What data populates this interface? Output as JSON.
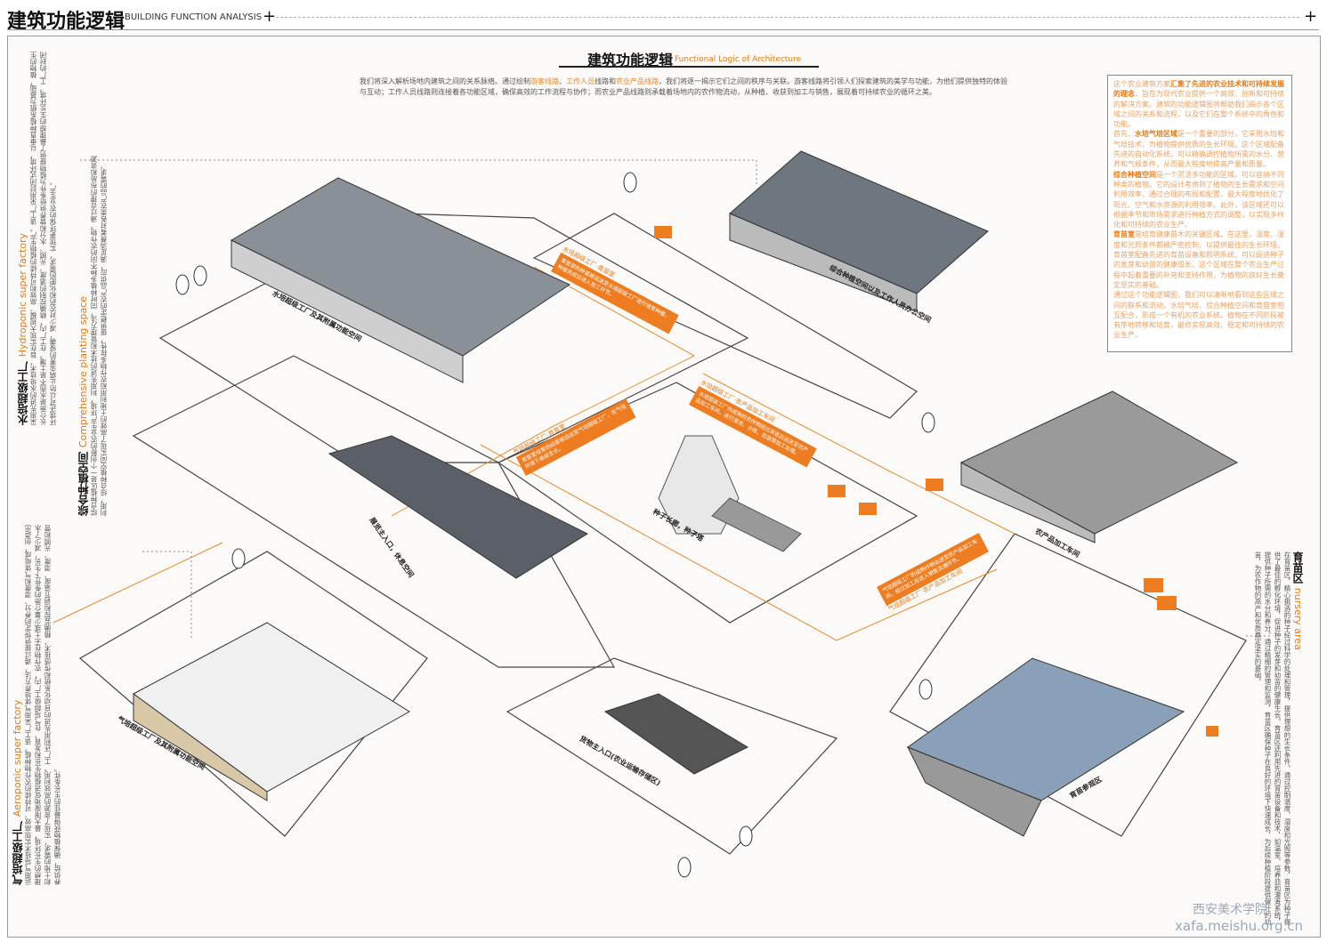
{
  "header": {
    "title": "建筑功能逻辑",
    "subtitle": "BUILDING FUNCTION ANALYSIS",
    "plus": "+"
  },
  "main": {
    "title": "建筑功能逻辑",
    "title_en": "Functional Logic of Architecture",
    "intro": {
      "p1": "我们将深入解析场地内建筑之间的关系脉络。通过绘制",
      "l1": "游客线路",
      "sep": "、",
      "l2": "工作人员",
      "p2": "线路和",
      "l3": "农业产品线路",
      "p3": "，我们将逐一揭示它们之间的秩序与关联。游客线路将引领人们探索建筑的美学与功能，为他们提供独特的体验与互动；工作人员线路则连接着各功能区域，确保高效的工作流程与协作；而农业产品线路则承载着场地内的农作物流动，从种植、收获到加工与销售，展现着可持续农业的循环之美。"
    }
  },
  "right_box": {
    "a1": "这个农业建筑方案",
    "a2": "汇集了先进的农业技术和可持续发展的理念",
    "a3": "，旨在为现代农业提供一个高效、创新和可持续的解决方案。建筑的功能逻辑图将帮助我们揭示各个区域之间的关系和流程，以及它们在整个系统中的角色和功能。",
    "b1": "首先，",
    "b2": "水培气培区域",
    "b3": "是一个重要的部分，它采用水培和气培技术，为植物提供优质的生长环境。这个区域配备先进的自动化系统，可以精确调控植物所需的水分、营养和气候条件，从而最大程度地提高产量和质量。",
    "c2": "综合种植空间",
    "c3": "是一个灵活多功能的区域，可以容纳不同种类的植物。它的设计考虑到了植物的生长需求和空间利用效率，通过合理的布局和配置，最大程度地优化了阳光、空气和水资源的利用效率。此外，该区域还可以根据季节和市场需求进行种植方式的调整，以实现多样化和可持续的农业生产。",
    "d2": "育苗室",
    "d3": "是培育健康苗木的关键区域。在这里，温度、湿度和光照条件都被严密控制，以提供最佳的生长环境。育苗室配备先进的育苗设备和照明系统，可以促进种子的发芽和幼苗的健康成长。这个区域在整个农业生产过程中起着重要的补充和支持作用，为植物的良好生长奠定坚实的基础。",
    "e": "通过这个功能逻辑图，我们可以清晰地看到这些区域之间的联系和流动。水培气培、综合种植空间和育苗室相互配合，形成一个有机的农业系统。植物在不同阶段被有序地转移和培育，最终实现高效、稳定和可持续的农业生产。"
  },
  "sides": {
    "hydro": {
      "cn": "水培超级工厂",
      "en": "Hydroponic super factory",
      "text": "采用先进的水培技术，旨在实现大规模、高效和可持续的植物生产。该工厂采用封闭式环境，以垂直种植系统为基础，植物的生长介质是水而不是土壤。在工厂内，精确控制的温度、光照、水分和营养供给条件为植物提供了最理想的生长环境。工厂的封闭环境还可以防止病虫害的侵袭，减少对农药和化肥的需求，实现更环保的农业生产。"
    },
    "comp": {
      "cn": "综合种植空间",
      "en": "Comprehensive planting space",
      "text": "综合种植区是一个创新的农业生产环境，利用先进的技术和管理方法，同时种植多种不同的农作物。通过合理的布局和资源利用，综合种植空间实现了高效的土地利用和农作物多样性，提供稳定的农产品供应，满足消费者对各类农产品的需求。"
    },
    "aero": {
      "cn": "气培超级工厂",
      "en": "Aeroponic super factory",
      "text": "运用气培技术实现高效、可持续的农作物种植。该工厂采用气体培养方法，通过提供恒定的养分、湿度和气体组成，创造出理想的生长环境，最大限度地促进植物生长和发育。在气培超级工厂内，农作物在无土或少量介质的条件下生长，减少了水和土地的需求，实现了资源的高效利用。工厂还利用先进的自动化系统和传感技术，精确监控和调节温度、湿度、光照和营养供给，确保植物获得最佳的生长条件。"
    },
    "nursery": {
      "cn": "育苗区",
      "en": "nursery area",
      "text": "在育苗区，精心挑选的种子经过科学的处理和管理，提供理想的生长条件。通过控制温度、湿度和光照等参数，育苗区为种子提供了最佳的孵化环境，促进种子的发芽和幼苗的健康生长。育苗区还利用先进的育苗设备和技术，如温室、培养皿和灌溉系统，提供种子所需的水分和养分。通过精细的管理和监测，育苗区确保种子在良好的环境下快速成长，为后续种植阶段提供健壮的幼苗，为农作物的高产和优质奠定坚实的基础。"
    }
  },
  "labels": {
    "l1": "水培超级工厂及其附属功能空间",
    "l2": "综合种植空间以及工作人员办公空间",
    "l3": "展览主入口，休息空间",
    "l4": "种子长廊，种子塔",
    "l5": "农产品加工车间",
    "l6": "气培超级工厂及其附属功能空间",
    "l7": "货物主入口(农业运输存储区)",
    "l8": "育苗参观区"
  },
  "routes": {
    "r1": {
      "title": "水培超级工厂·育苗室",
      "text": "育苗室的种苗被运送至水培超级工厂进行培育种植，种植完成后进入加工环节。"
    },
    "r2": {
      "title": "水培超级工厂·农产品加工车间",
      "text": "水培超级工厂内成熟的农作物经过采收后运送至农产品加工车间，进行清洗、分拣、包装等加工处理。"
    },
    "r3": {
      "title": "气培超级工厂·育苗室",
      "text": "育苗室培育的幼苗被运送至气培超级工厂，在气培环境下继续生长。"
    },
    "r4": {
      "title": "气培超级工厂·农产品加工车间",
      "text": "气培超级工厂的成熟作物运送至农产品加工车间，经过加工后进入销售流通环节。"
    }
  },
  "watermark": {
    "cn": "西安美术学院",
    "url": "xafa.meishu.org.cn"
  },
  "colors": {
    "accent": "#ee7d22",
    "line": "#444"
  }
}
